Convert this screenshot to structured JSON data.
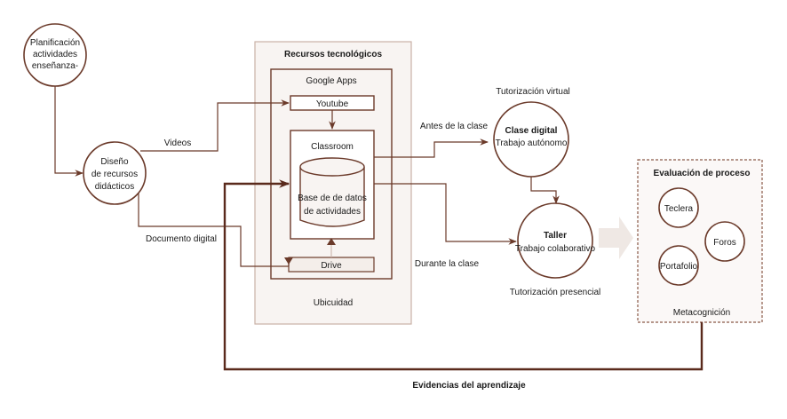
{
  "colors": {
    "line": "#6b3a2a",
    "line_dark": "#5a2a1c",
    "panel_bg": "#f8f4f2",
    "big_arrow": "#efe8e4"
  },
  "nodes": {
    "planificacion": [
      "Planificación",
      "actividades",
      "enseñanza-"
    ],
    "diseno": [
      "Diseño",
      "de recursos",
      "didácticos"
    ],
    "clase_digital": {
      "title": "Clase digital",
      "subtitle": "Trabajo autónomo"
    },
    "taller": {
      "title": "Taller",
      "subtitle": "Trabajo colaborativo"
    }
  },
  "recursos": {
    "title": "Recursos tecnológicos",
    "google_apps": "Google Apps",
    "youtube": "Youtube",
    "classroom": "Classroom",
    "database": [
      "Base de de datos",
      "de actividades"
    ],
    "drive": "Drive",
    "footer": "Ubicuidad"
  },
  "edge_labels": {
    "videos": "Videos",
    "documento_digital": "Documento digital",
    "antes": "Antes de la clase",
    "durante": "Durante la clase",
    "evidencias": "Evidencias del aprendizaje"
  },
  "annotations": {
    "tutorizacion_virtual": "Tutorización virtual",
    "tutorizacion_presencial": "Tutorización presencial"
  },
  "evaluacion": {
    "title": "Evaluación de proceso",
    "items": [
      "Teclera",
      "Foros",
      "Portafolio"
    ],
    "footer": "Metacognición"
  }
}
